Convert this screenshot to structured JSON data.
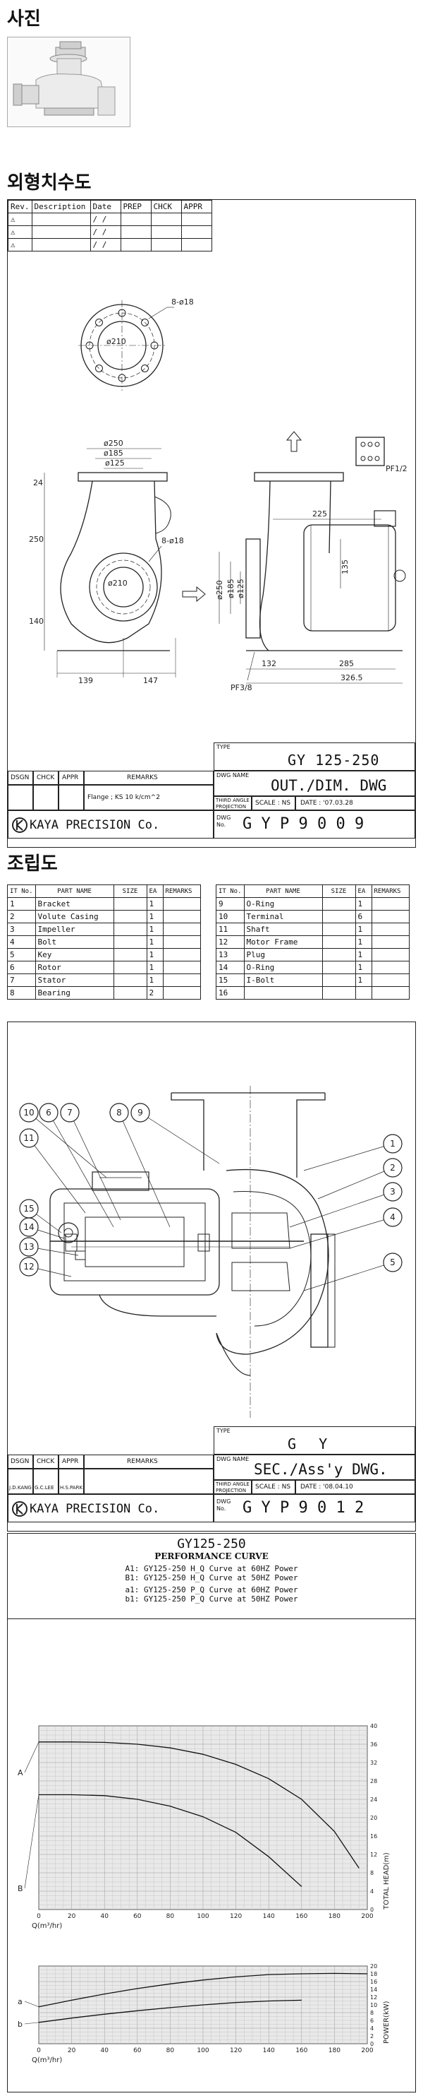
{
  "sections": {
    "photo": "사진",
    "outline": "외형치수도",
    "assembly": "조립도"
  },
  "rev_table": {
    "headers": [
      "Rev.",
      "Description",
      "Date",
      "PREP",
      "CHCK",
      "APPR"
    ],
    "rows": [
      {
        "rev": "⚠",
        "date": "/ /"
      },
      {
        "rev": "⚠",
        "date": "/ /"
      },
      {
        "rev": "⚠",
        "date": "/ /"
      }
    ]
  },
  "outline_dims": {
    "bolt_top": "8-ø18",
    "pcd_top": "ø210",
    "d250": "ø250",
    "d185": "ø185",
    "d125": "ø125",
    "bolt_mid": "8-ø18",
    "pcd_mid": "ø210",
    "h24": "24",
    "h250": "250",
    "h140": "140",
    "w139": "139",
    "w147": "147",
    "pf12": "PF1/2",
    "w225": "225",
    "h135": "135",
    "sd250": "ø250",
    "sd185": "ø185",
    "sd125": "ø125",
    "w132": "132",
    "w285": "285",
    "w3265": "326.5",
    "pf38": "PF3/8"
  },
  "title_block_1": {
    "type_label": "TYPE",
    "type_value": "GY 125-250",
    "dsgn": "DSGN",
    "chck": "CHCK",
    "appr": "APPR",
    "remarks": "REMARKS",
    "dwg_name_label": "DWG NAME",
    "dwg_name": "OUT./DIM. DWG",
    "flange_note": "Flange ; KS 10 k/cm^2",
    "projection": "THIRD ANGLE PROJECTION",
    "scale": "SCALE : NS",
    "date": "DATE : '07.03.28",
    "company": "KAYA PRECISION Co.",
    "dwg_no_label": "DWG No.",
    "dwg_no": "G Y P 9 0 0 9"
  },
  "parts": {
    "headers": [
      "IT No.",
      "PART NAME",
      "SIZE",
      "EA",
      "REMARKS"
    ],
    "left": [
      {
        "no": "1",
        "name": "Bracket",
        "ea": "1"
      },
      {
        "no": "2",
        "name": "Volute Casing",
        "ea": "1"
      },
      {
        "no": "3",
        "name": "Impeller",
        "ea": "1"
      },
      {
        "no": "4",
        "name": "Bolt",
        "ea": "1"
      },
      {
        "no": "5",
        "name": "Key",
        "ea": "1"
      },
      {
        "no": "6",
        "name": "Rotor",
        "ea": "1"
      },
      {
        "no": "7",
        "name": "Stator",
        "ea": "1"
      },
      {
        "no": "8",
        "name": "Bearing",
        "ea": "2"
      }
    ],
    "right": [
      {
        "no": "9",
        "name": "O-Ring",
        "ea": "1"
      },
      {
        "no": "10",
        "name": "Terminal",
        "ea": "6"
      },
      {
        "no": "11",
        "name": "Shaft",
        "ea": "1"
      },
      {
        "no": "12",
        "name": "Motor Frame",
        "ea": "1"
      },
      {
        "no": "13",
        "name": "Plug",
        "ea": "1"
      },
      {
        "no": "14",
        "name": "O-Ring",
        "ea": "1"
      },
      {
        "no": "15",
        "name": "I-Bolt",
        "ea": "1"
      },
      {
        "no": "16",
        "name": "",
        "ea": ""
      }
    ]
  },
  "balloons": [
    "1",
    "2",
    "3",
    "4",
    "5",
    "6",
    "7",
    "8",
    "9",
    "10",
    "11",
    "12",
    "13",
    "14",
    "15"
  ],
  "title_block_2": {
    "type_label": "TYPE",
    "type_value": "G  Y",
    "dsgn": "DSGN",
    "chck": "CHCK",
    "appr": "APPR",
    "remarks": "REMARKS",
    "dsgn_v": "J.D.KANG",
    "chck_v": "G.C.LEE",
    "appr_v": "H.S.PARK",
    "dwg_name_label": "DWG NAME",
    "dwg_name": "SEC./Ass'y DWG.",
    "projection": "THIRD ANGLE PROJECTION",
    "scale": "SCALE : NS",
    "date": "DATE : '08.04.10",
    "company": "KAYA PRECISION Co.",
    "dwg_no_label": "DWG No.",
    "dwg_no": "G Y P 9 0 1 2"
  },
  "performance": {
    "model": "GY125-250",
    "title": "PERFORMANCE CURVE",
    "legend": [
      "A1: GY125-250  H_Q Curve at 60HZ Power",
      "B1: GY125-250  H_Q Curve at 50HZ Power",
      "a1: GY125-250  P_Q Curve at 60HZ Power",
      "b1: GY125-250  P_Q Curve at 50HZ Power"
    ]
  },
  "chart_data": [
    {
      "type": "line",
      "xlabel": "Q(m³/hr)",
      "ylabel": "TOTAL HEAD(m)",
      "xlim": [
        0,
        200
      ],
      "ylim": [
        0,
        40
      ],
      "grid": true,
      "x_ticks": [
        "0",
        "20",
        "40",
        "60",
        "80",
        "100",
        "120",
        "140",
        "160",
        "180",
        "200"
      ],
      "y_ticks": [
        "0",
        "4",
        "8",
        "12",
        "16",
        "20",
        "24",
        "28",
        "32",
        "36",
        "40"
      ],
      "series": [
        {
          "name": "A",
          "x": [
            0,
            20,
            40,
            60,
            80,
            100,
            120,
            140,
            160,
            180,
            195
          ],
          "y": [
            36.5,
            36.5,
            36.4,
            36,
            35.2,
            33.8,
            31.6,
            28.5,
            24,
            17,
            9
          ]
        },
        {
          "name": "B",
          "x": [
            0,
            20,
            40,
            60,
            80,
            100,
            120,
            140,
            160
          ],
          "y": [
            25,
            25,
            24.8,
            24,
            22.5,
            20.2,
            16.8,
            11.5,
            5
          ]
        }
      ]
    },
    {
      "type": "line",
      "xlabel": "Q(m³/hr)",
      "ylabel": "POWER(kW)",
      "xlim": [
        0,
        200
      ],
      "ylim": [
        0,
        20
      ],
      "grid": true,
      "x_ticks": [
        "0",
        "20",
        "40",
        "60",
        "80",
        "100",
        "120",
        "140",
        "160",
        "180",
        "200"
      ],
      "y_ticks": [
        "0",
        "2",
        "4",
        "6",
        "8",
        "10",
        "12",
        "14",
        "16",
        "18",
        "20"
      ],
      "series": [
        {
          "name": "a",
          "x": [
            0,
            20,
            40,
            60,
            80,
            100,
            120,
            140,
            160,
            180,
            200
          ],
          "y": [
            9.5,
            11.2,
            12.8,
            14.2,
            15.4,
            16.4,
            17.2,
            17.8,
            18,
            18.1,
            18
          ]
        },
        {
          "name": "b",
          "x": [
            0,
            20,
            40,
            60,
            80,
            100,
            120,
            140,
            160
          ],
          "y": [
            5.5,
            6.6,
            7.6,
            8.5,
            9.3,
            10,
            10.6,
            11,
            11.2
          ]
        }
      ]
    }
  ]
}
